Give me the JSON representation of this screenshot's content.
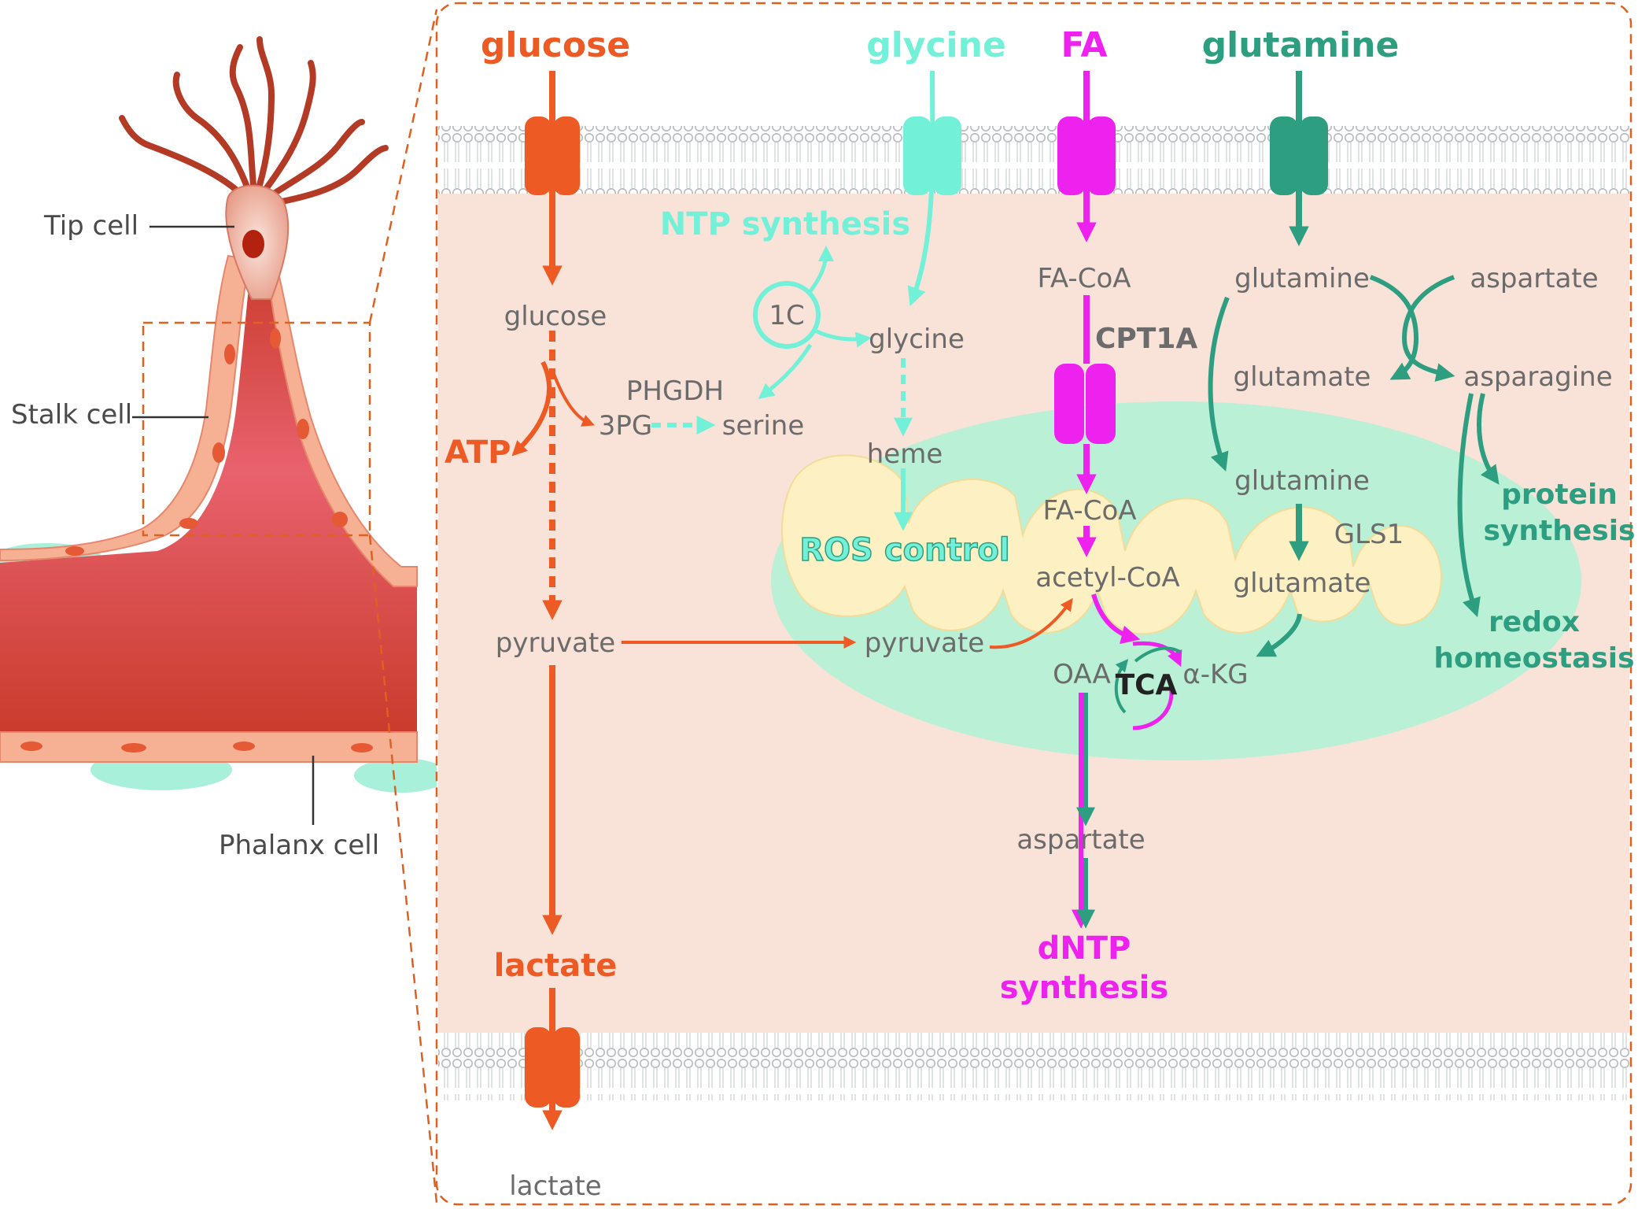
{
  "colors": {
    "glucose": "#ee5a24",
    "glycine": "#72f0d8",
    "fa": "#ee22ee",
    "glutamine": "#2e9e80",
    "cytoplasm": "#f9e2d8",
    "mito_outer": "#b9f0d6",
    "mito_inner": "#fdf0c2",
    "membrane": "#c8ccd0",
    "label_gray": "#6b6b6b",
    "vessel": "#dd4a3e"
  },
  "cells": {
    "tip": "Tip cell",
    "stalk": "Stalk cell",
    "phalanx": "Phalanx cell"
  },
  "inputs": {
    "glucose": "glucose",
    "glycine": "glycine",
    "fa": "FA",
    "glutamine": "glutamine"
  },
  "glucose_path": {
    "glucose": "glucose",
    "atp": "ATP",
    "phgdh": "PHGDH",
    "pg3": "3PG",
    "serine": "serine",
    "pyruvate": "pyruvate",
    "pyruvate_mito": "pyruvate",
    "lactate_bold": "lactate",
    "lactate_out": "lactate"
  },
  "glycine_path": {
    "ntp": "NTP synthesis",
    "one_c": "1C",
    "glycine": "glycine",
    "heme": "heme",
    "ros": "ROS control"
  },
  "fa_path": {
    "fa_coa": "FA-CoA",
    "cpt1a": "CPT1A",
    "fa_coa_mito": "FA-CoA",
    "acetyl_coa": "acetyl-CoA",
    "oaa": "OAA",
    "tca": "TCA",
    "akg": "α-KG",
    "aspartate": "aspartate",
    "dntp_1": "dNTP",
    "dntp_2": "synthesis"
  },
  "glutamine_path": {
    "glutamine": "glutamine",
    "aspartate": "aspartate",
    "glutamate": "glutamate",
    "asparagine": "asparagine",
    "glutamine_mito": "glutamine",
    "gls1": "GLS1",
    "glutamate_mito": "glutamate",
    "protein_1": "protein",
    "protein_2": "synthesis",
    "redox_1": "redox",
    "redox_2": "homeostasis"
  }
}
